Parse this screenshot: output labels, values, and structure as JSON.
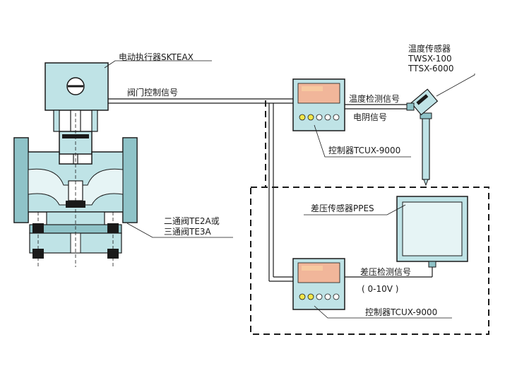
{
  "labels": {
    "actuator": "电动执行器SKTEAX",
    "valve_signal": "阀门控制信号",
    "temp_sensor_title": "温度传感器",
    "temp_sensor_model1": "TWSX-100",
    "temp_sensor_model2": "TTSX-6000",
    "temp_detect": "温度检测信号",
    "resistance": "电阴信号",
    "controller1": "控制器TCUX-9000",
    "valve_line1": "二通阀TE2A或",
    "valve_line2": "三通阀TE3A",
    "dp_sensor": "差压传感器PPES",
    "dp_detect": "差压检测信号",
    "dp_range": "( 0-10V )",
    "controller2": "控制器TCUX-9000"
  },
  "colors": {
    "equipment": "#bfe3e6",
    "equipment_dark": "#8fc3c8",
    "display": "#f1b69a",
    "display_bar": "#f7c9a0",
    "button_yellow": "#f2e54a",
    "line": "#1a1a1a"
  }
}
